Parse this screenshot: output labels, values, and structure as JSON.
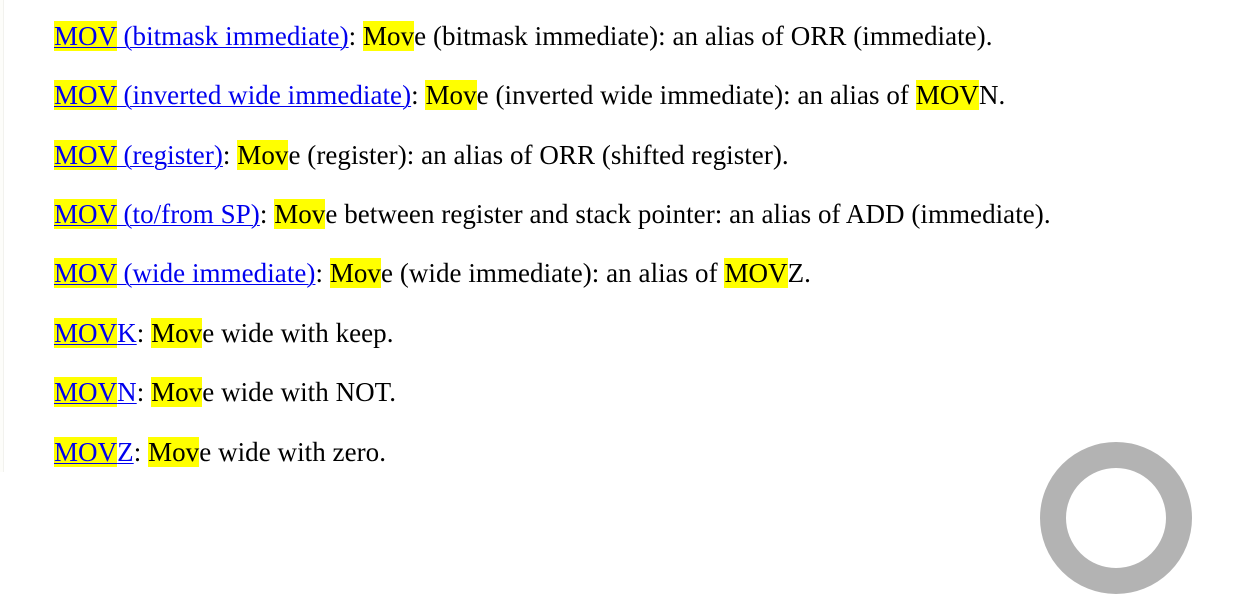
{
  "page": {
    "background_color": "#ffffff",
    "text_color": "#000000",
    "link_color": "#0000ee",
    "highlight_color": "#ffff00",
    "watermark_color": "#b3b3b3"
  },
  "entries": [
    {
      "link_highlight": "MOV",
      "link_rest": " (bitmask immediate)",
      "sep": ": ",
      "desc_highlight": "Mov",
      "desc_rest": "e (bitmask immediate): an alias of ORR (immediate).",
      "tail_highlight": "",
      "tail_rest": ""
    },
    {
      "link_highlight": "MOV",
      "link_rest": " (inverted wide immediate)",
      "sep": ": ",
      "desc_highlight": "Mov",
      "desc_rest": "e (inverted wide immediate): an alias of ",
      "tail_highlight": "MOV",
      "tail_rest": "N."
    },
    {
      "link_highlight": "MOV",
      "link_rest": " (register)",
      "sep": ": ",
      "desc_highlight": "Mov",
      "desc_rest": "e (register): an alias of ORR (shifted register).",
      "tail_highlight": "",
      "tail_rest": ""
    },
    {
      "link_highlight": "MOV",
      "link_rest": " (to/from SP)",
      "sep": ": ",
      "desc_highlight": "Mov",
      "desc_rest": "e between register and stack pointer: an alias of ADD (immediate).",
      "tail_highlight": "",
      "tail_rest": ""
    },
    {
      "link_highlight": "MOV",
      "link_rest": " (wide immediate)",
      "sep": ": ",
      "desc_highlight": "Mov",
      "desc_rest": "e (wide immediate): an alias of ",
      "tail_highlight": "MOV",
      "tail_rest": "Z."
    },
    {
      "link_highlight": "MOV",
      "link_rest": "K",
      "sep": ": ",
      "desc_highlight": "Mov",
      "desc_rest": "e wide with keep.",
      "tail_highlight": "",
      "tail_rest": ""
    },
    {
      "link_highlight": "MOV",
      "link_rest": "N",
      "sep": ": ",
      "desc_highlight": "Mov",
      "desc_rest": "e wide with NOT.",
      "tail_highlight": "",
      "tail_rest": ""
    },
    {
      "link_highlight": "MOV",
      "link_rest": "Z",
      "sep": ": ",
      "desc_highlight": "Mov",
      "desc_rest": "e wide with zero.",
      "tail_highlight": "",
      "tail_rest": ""
    }
  ]
}
